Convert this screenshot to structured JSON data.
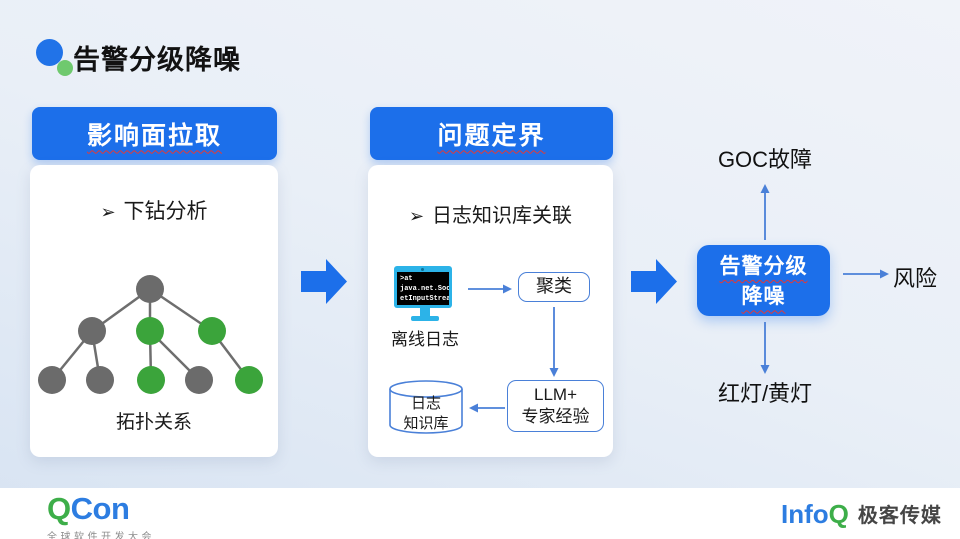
{
  "title": "告警分级降噪",
  "colors": {
    "primary_blue": "#1C6FEA",
    "flow_blue": "#4A80D8",
    "terminal_cyan": "#2CB3E8",
    "node_green": "#3BA43B",
    "node_gray": "#6B6B6B",
    "qcon_green": "#3DAE49",
    "qcon_blue": "#2D7DE1"
  },
  "left_panel": {
    "header": "影响面拉取",
    "bullet_marker": "➢",
    "bullet": "下钻分析",
    "caption": "拓扑关系"
  },
  "middle_panel": {
    "header": "问题定界",
    "bullet_marker": "➢",
    "bullet": "日志知识库关联",
    "terminal_lines": [
      ">at",
      "java.net.Sock",
      "etInputStream"
    ],
    "terminal_caption": "离线日志",
    "cluster_label": "聚类",
    "llm_line1": "LLM+",
    "llm_line2": "专家经验",
    "kb_line1": "日志",
    "kb_line2": "知识库"
  },
  "output": {
    "box_line1": "告警分级",
    "box_line2": "降噪",
    "top_label": "GOC故障",
    "right_label": "风险",
    "bottom_label": "红灯/黄灯"
  },
  "footer": {
    "qcon_q": "Q",
    "qcon_con": "Con",
    "qcon_subtitle": "全球软件开发大会",
    "infoq_info": "Info",
    "infoq_q": "Q",
    "infoq_media": "极客传媒"
  }
}
